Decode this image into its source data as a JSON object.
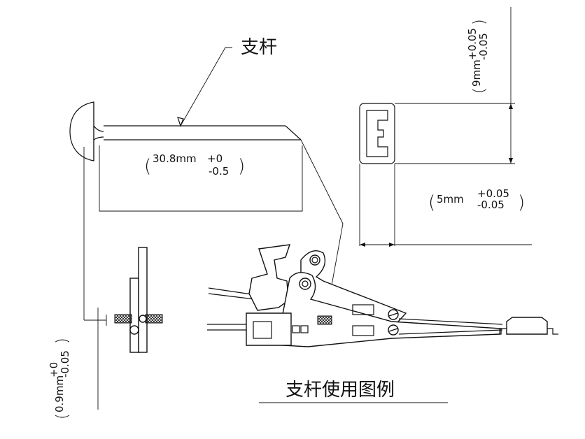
{
  "labels": {
    "pin_name": "支杆",
    "caption": "支杆使用图例"
  },
  "dimensions": {
    "length": {
      "open": "(",
      "nominal": "30.8mm",
      "plus": "+0",
      "minus": "-0.5",
      "close": ")"
    },
    "width": {
      "open": "(",
      "nominal": "5mm",
      "plus": "+0.05",
      "minus": "-0.05",
      "close": ")"
    },
    "height": {
      "open": "(",
      "nominal": "9mm",
      "plus": "+0.05",
      "minus": "-0.05",
      "close": ")"
    },
    "diameter": {
      "open": "(",
      "nominal": "0.9mm",
      "plus": "+0",
      "minus": "-0.05",
      "close": ")"
    }
  },
  "colors": {
    "line": "#111111",
    "background": "#ffffff"
  }
}
